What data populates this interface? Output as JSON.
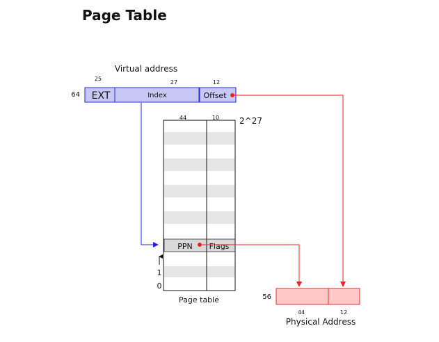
{
  "title": "Page Table",
  "virtual_address": {
    "caption": "Virtual address",
    "width_label": "64",
    "fields": [
      {
        "label": "EXT",
        "bits": "25"
      },
      {
        "label": "Index",
        "bits": "27"
      },
      {
        "label": "Offset",
        "bits": "12"
      }
    ]
  },
  "page_table": {
    "caption": "Page table",
    "size_label": "2^27",
    "columns": [
      {
        "label": "PPN",
        "bits": "44"
      },
      {
        "label": "Flags",
        "bits": "10"
      }
    ],
    "row_labels": [
      "1",
      "0"
    ]
  },
  "physical_address": {
    "caption": "Physical Address",
    "width_label": "56",
    "fields": [
      {
        "bits": "44"
      },
      {
        "bits": "12"
      }
    ]
  },
  "colors": {
    "virtual_fill": "#c8c8f4",
    "virtual_stroke": "#2a2ad0",
    "physical_fill": "#ffc8c8",
    "physical_stroke": "#e03030",
    "red_arrow": "#ee2222",
    "blue_arrow": "#2222dd",
    "stripe": "#e6e6e6"
  }
}
